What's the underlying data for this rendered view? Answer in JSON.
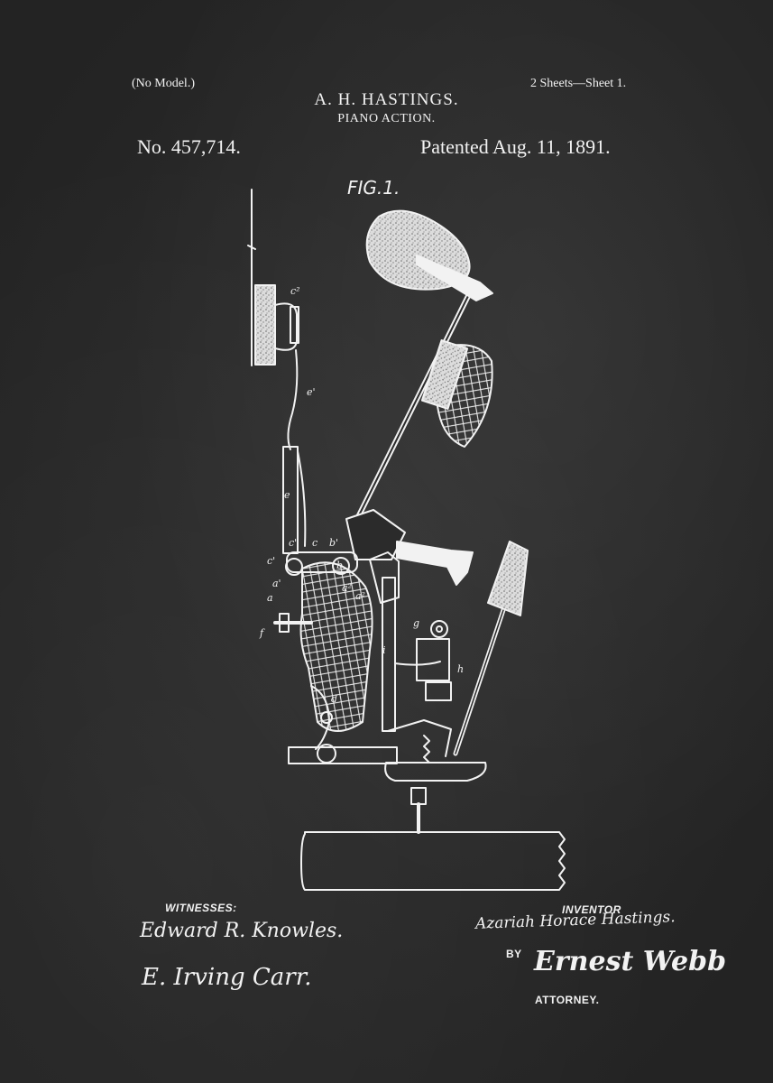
{
  "header": {
    "no_model": "(No Model.)",
    "sheets": "2 Sheets—Sheet 1.",
    "inventor_name": "A. H. HASTINGS.",
    "invention_title": "PIANO ACTION.",
    "patent_number": "No. 457,714.",
    "patent_date": "Patented Aug. 11, 1891."
  },
  "figure": {
    "label": "FIG.1.",
    "reference_letters": [
      "c²",
      "e'",
      "e",
      "c'",
      "c",
      "b'",
      "c'",
      "b",
      "a'",
      "a",
      "a²",
      "a²",
      "f",
      "g",
      "i",
      "h",
      "d"
    ]
  },
  "footer": {
    "witnesses_label": "WITNESSES:",
    "witness_1": "Edward R. Knowles.",
    "witness_2": "E. Irving Carr.",
    "inventor_label": "INVENTOR",
    "inventor_signature": "Azariah Horace Hastings.",
    "by_label": "BY",
    "attorney_signature": "Ernest Webb",
    "attorney_label": "ATTORNEY."
  },
  "colors": {
    "chalkboard": "#2b2b2b",
    "chalk": "#f2f2f2"
  }
}
